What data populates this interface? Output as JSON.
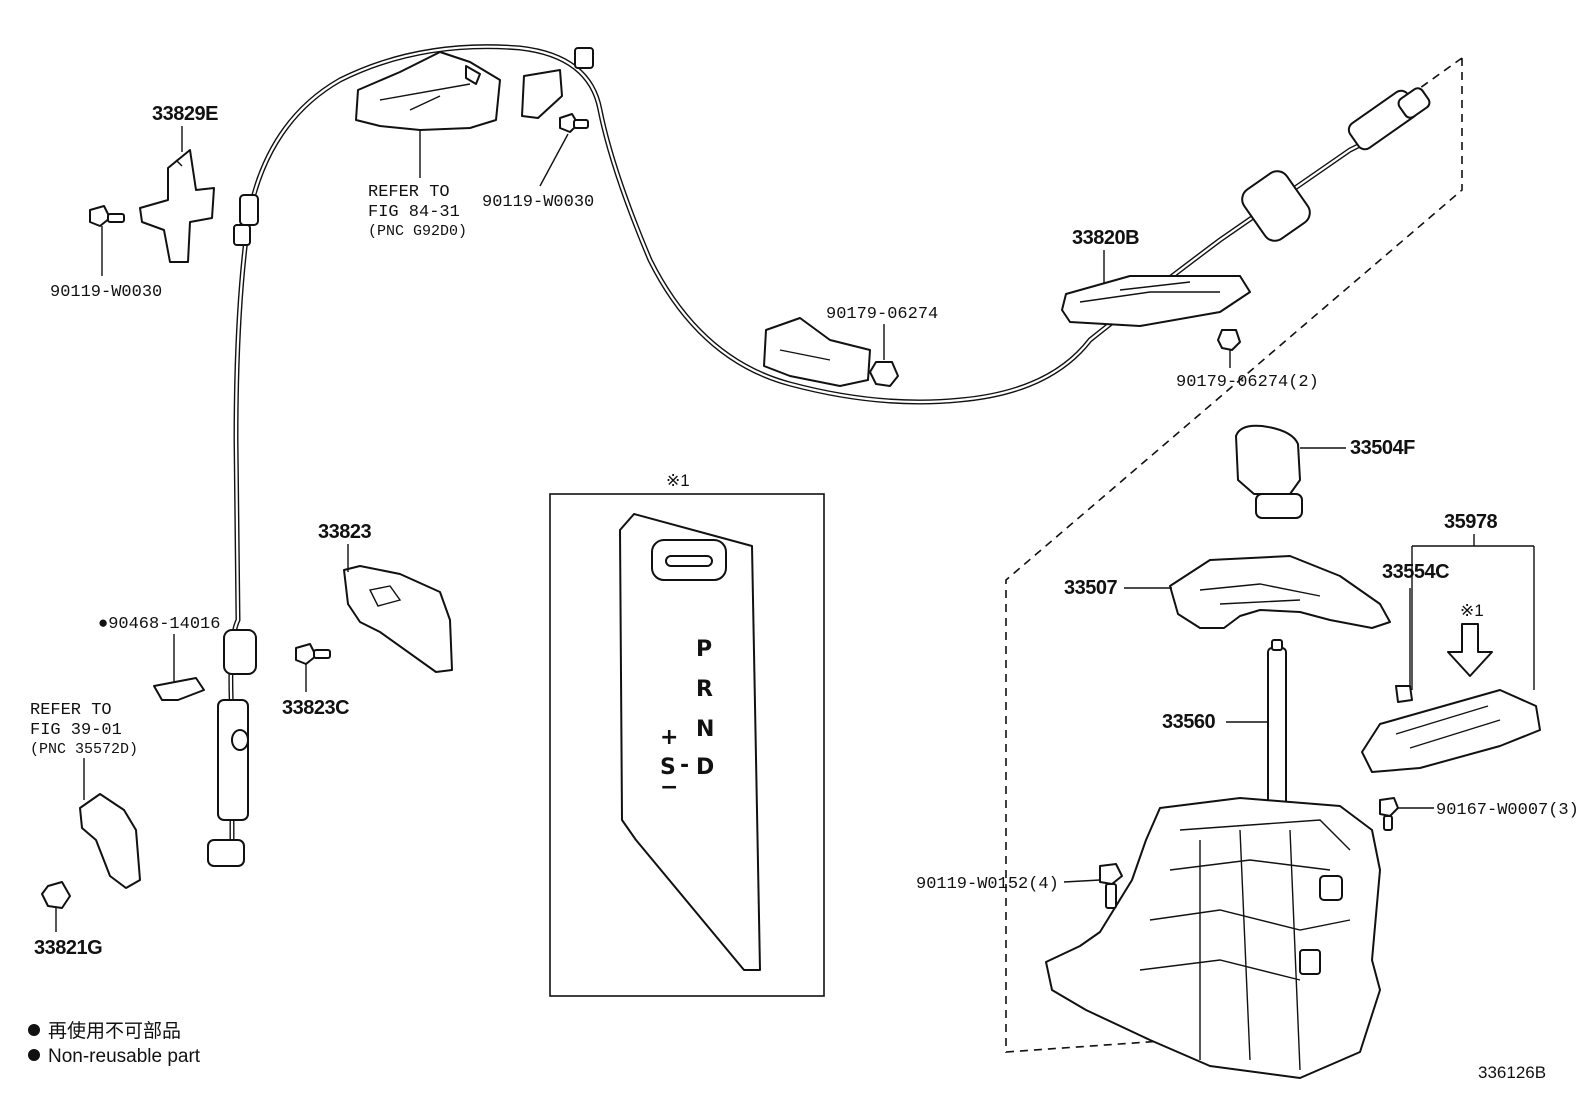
{
  "labels": {
    "p33829E": "33829E",
    "p90119a": "90119-W0030",
    "refer1_l1": "REFER TO",
    "refer1_l2": "FIG 84-31",
    "refer1_l3": "(PNC G92D0)",
    "p90119b": "90119-W0030",
    "p33820B": "33820B",
    "p90179a": "90179-06274",
    "p90179b": "90179-06274(2)",
    "p33504F": "33504F",
    "p35978": "35978",
    "p33554C": "33554C",
    "mark_35978": "※1",
    "p33507": "33507",
    "p33560": "33560",
    "p90167": "90167-W0007(3)",
    "p90119c": "90119-W0152(4)",
    "p33823": "33823",
    "p33823C": "33823C",
    "p90468": "●90468-14016",
    "refer2_l1": "REFER TO",
    "refer2_l2": "FIG 39-01",
    "refer2_l3": "(PNC 35572D)",
    "p33821G": "33821G"
  },
  "inset": {
    "mark": "※1",
    "gears": {
      "p": "P",
      "r": "R",
      "n": "N",
      "d": "D",
      "s": "S",
      "plus": "+",
      "minus": "−",
      "dash": "-"
    }
  },
  "legend": {
    "line1": "再使用不可部品",
    "line2": "Non-reusable part"
  },
  "figure_id": "336126B"
}
